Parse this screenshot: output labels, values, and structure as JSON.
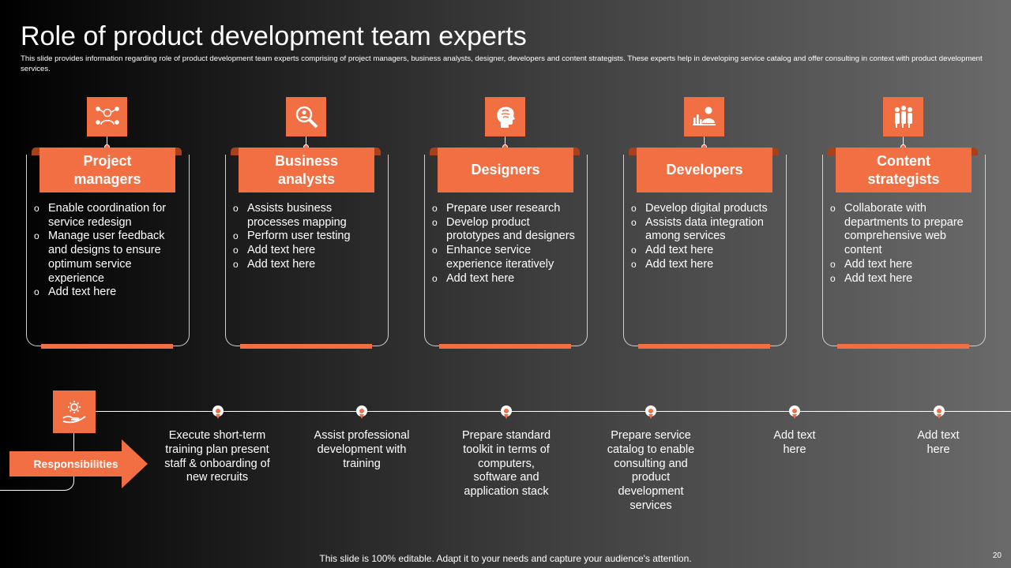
{
  "title": "Role of product development team experts",
  "subtitle": "This slide provides information regarding role of product development team experts comprising of project managers, business analysts, designer, developers and content strategists. These experts help in developing service catalog and offer consulting in context with product development services.",
  "accent_color": "#f26f43",
  "roles": [
    {
      "icon": "presenter-icon",
      "title_lines": [
        "Project",
        "managers"
      ],
      "bullets": [
        "Enable coordination for service redesign",
        "Manage user feedback and designs to ensure optimum service experience",
        "Add text here"
      ]
    },
    {
      "icon": "magnifier-person-icon",
      "title_lines": [
        "Business",
        "analysts"
      ],
      "bullets": [
        "Assists business processes mapping",
        "Perform user testing",
        "Add text here",
        "Add text here"
      ]
    },
    {
      "icon": "head-brain-icon",
      "title_lines": [
        "Designers"
      ],
      "bullets": [
        "Prepare user research",
        "Develop product prototypes and designers",
        "Enhance service experience iteratively",
        "Add text here"
      ]
    },
    {
      "icon": "developer-chart-icon",
      "title_lines": [
        "Developers"
      ],
      "bullets": [
        "Develop digital products",
        "Assists data integration among services",
        "Add text here",
        "Add text here"
      ]
    },
    {
      "icon": "team-group-icon",
      "title_lines": [
        "Content",
        "strategists"
      ],
      "bullets": [
        "Collaborate with departments to prepare comprehensive web content",
        "Add text here",
        "Add text here"
      ]
    }
  ],
  "responsibilities": {
    "label": "Responsibilities",
    "icon": "hand-gear-icon",
    "items": [
      "Execute short-term training plan present staff & onboarding of new recruits",
      "Assist professional development with training",
      "Prepare standard toolkit in terms of computers, software and application stack",
      "Prepare service catalog to enable consulting and product development services",
      "Add text here",
      "Add text here"
    ]
  },
  "footer": "This slide is 100% editable. Adapt it to your needs and capture your audience's attention.",
  "page_number": "20"
}
